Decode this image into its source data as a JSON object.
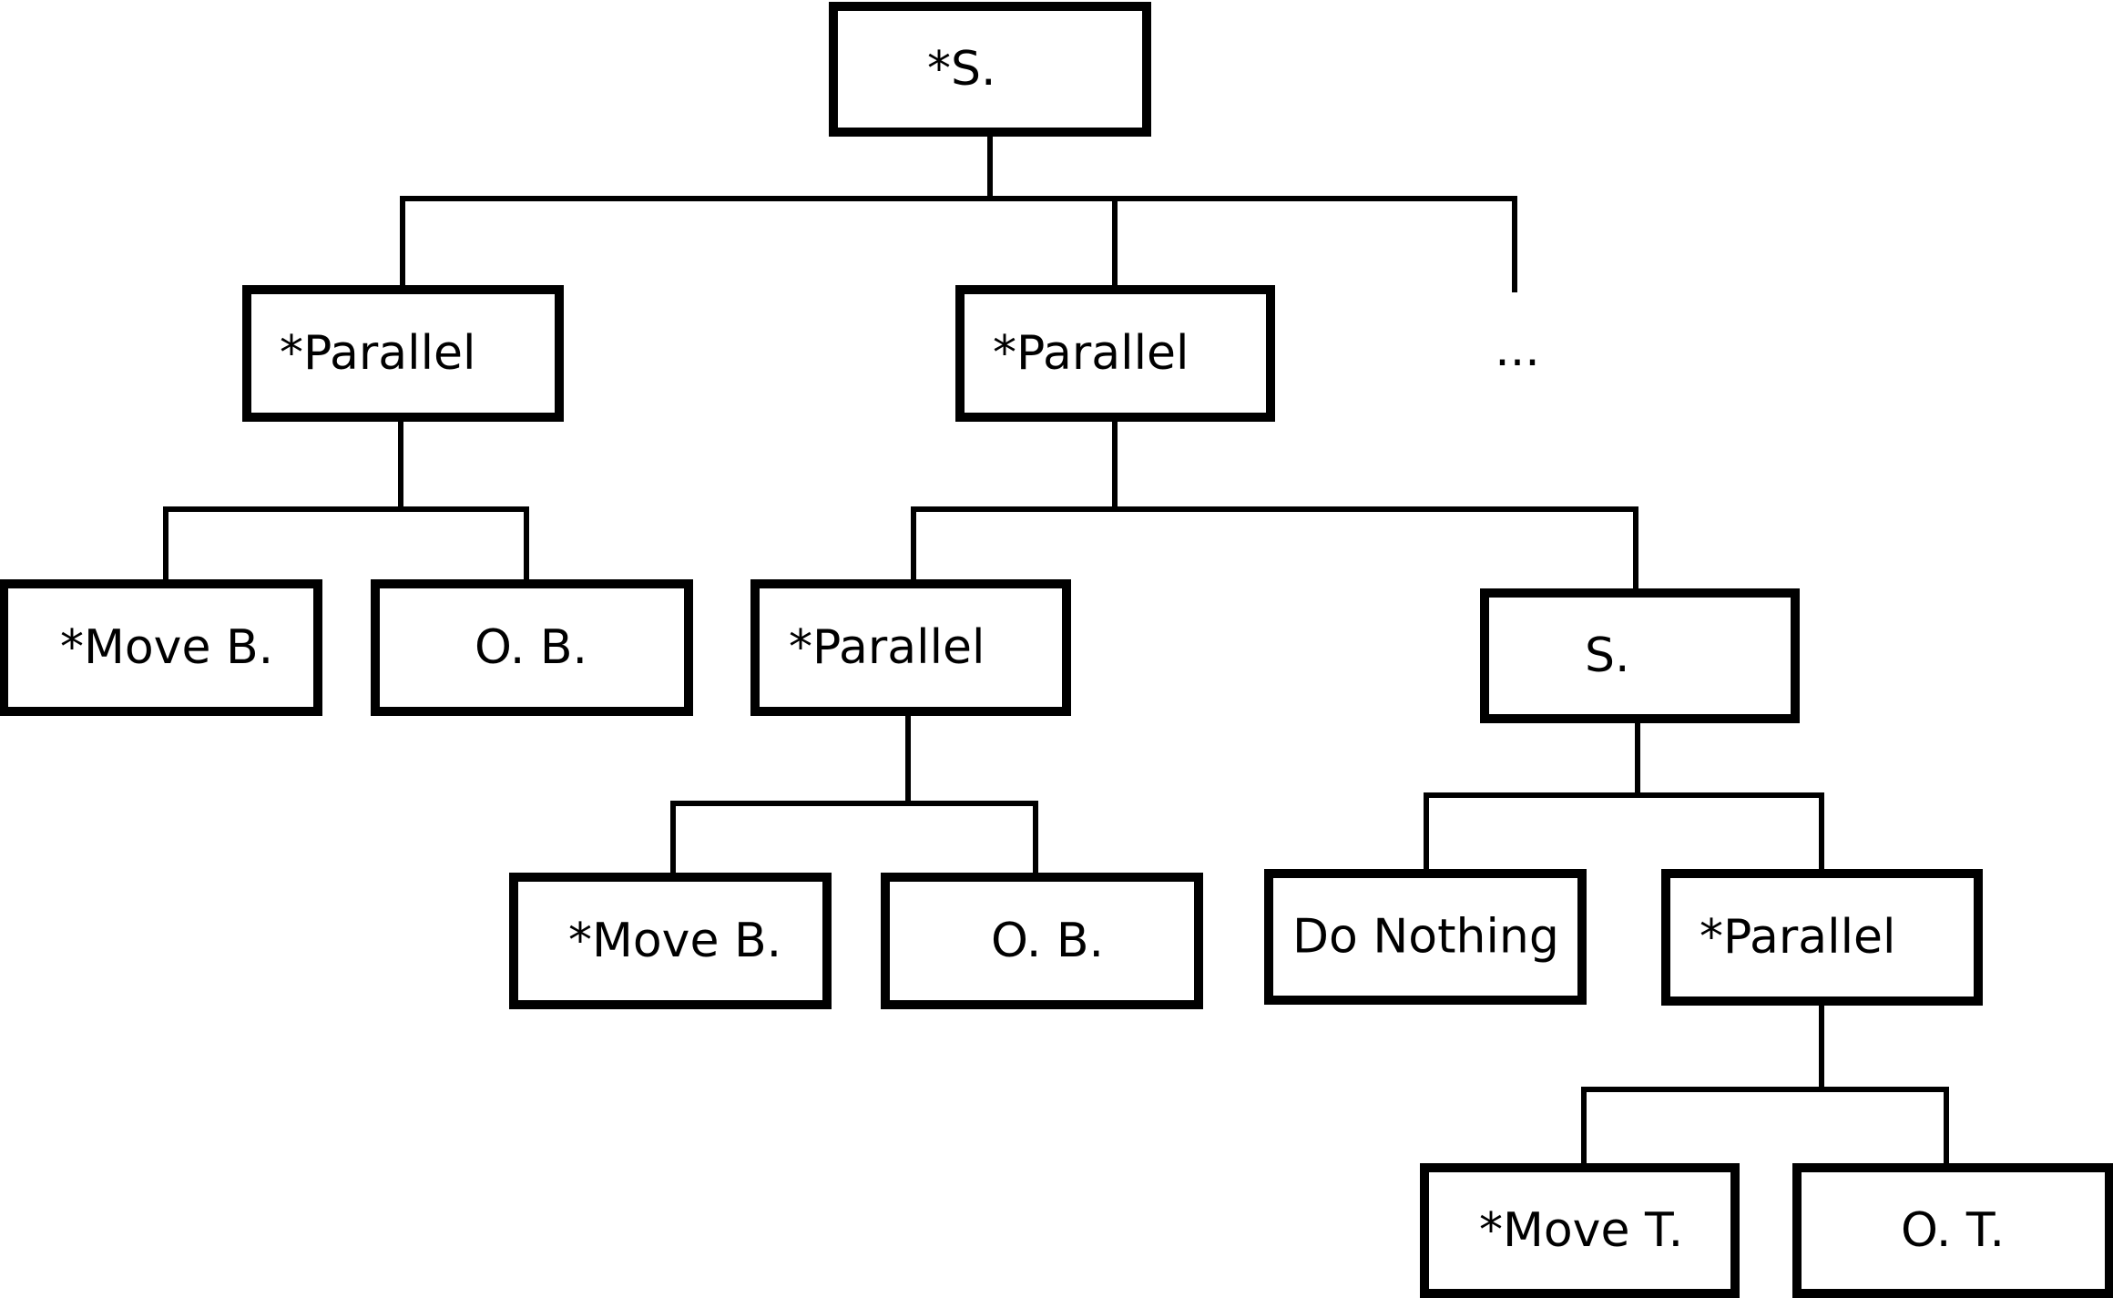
{
  "diagram": {
    "type": "tree",
    "line_color": "#000000",
    "box_fill": "#ffffff",
    "nodes": [
      {
        "id": "root",
        "label": "*S.",
        "parent": null
      },
      {
        "id": "parallel-left",
        "label": "*Parallel",
        "parent": "root"
      },
      {
        "id": "parallel-middle",
        "label": "*Parallel",
        "parent": "root"
      },
      {
        "id": "root-ellipsis",
        "label": "...",
        "parent": "root",
        "kind": "ellipsis"
      },
      {
        "id": "move-b-left",
        "label": "*Move B.",
        "parent": "parallel-left"
      },
      {
        "id": "ob-left",
        "label": "O. B.",
        "parent": "parallel-left"
      },
      {
        "id": "parallel-inner",
        "label": "*Parallel",
        "parent": "parallel-middle"
      },
      {
        "id": "s-node",
        "label": "S.",
        "parent": "parallel-middle"
      },
      {
        "id": "move-b-inner",
        "label": "*Move B.",
        "parent": "parallel-inner"
      },
      {
        "id": "ob-inner",
        "label": "O. B.",
        "parent": "parallel-inner"
      },
      {
        "id": "do-nothing",
        "label": "Do Nothing",
        "parent": "s-node"
      },
      {
        "id": "parallel-right",
        "label": "*Parallel",
        "parent": "s-node"
      },
      {
        "id": "move-t",
        "label": "*Move T.",
        "parent": "parallel-right"
      },
      {
        "id": "ot",
        "label": "O. T.",
        "parent": "parallel-right"
      }
    ]
  }
}
